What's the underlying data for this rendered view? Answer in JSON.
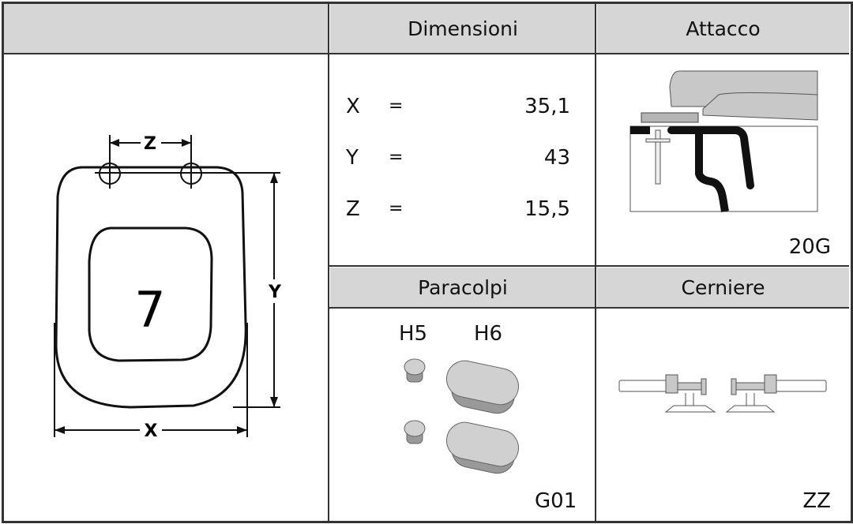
{
  "headers": {
    "dimensioni": "Dimensioni",
    "attacco": "Attacco",
    "paracolpi": "Paracolpi",
    "cerniere": "Cerniere"
  },
  "seat": {
    "model_number": "7",
    "label_x": "X",
    "label_y": "Y",
    "label_z": "Z"
  },
  "dimensions": [
    {
      "label": "X",
      "eq": "=",
      "value": "35,1"
    },
    {
      "label": "Y",
      "eq": "=",
      "value": "43"
    },
    {
      "label": "Z",
      "eq": "=",
      "value": "15,5"
    }
  ],
  "attacco": {
    "code": "20G"
  },
  "paracolpi": {
    "types": [
      "H5",
      "H6"
    ],
    "code": "G01"
  },
  "cerniere": {
    "code": "ZZ"
  },
  "colors": {
    "header_bg": "#d6d6d6",
    "border": "#333333",
    "part_fill": "#cfcfcf"
  }
}
